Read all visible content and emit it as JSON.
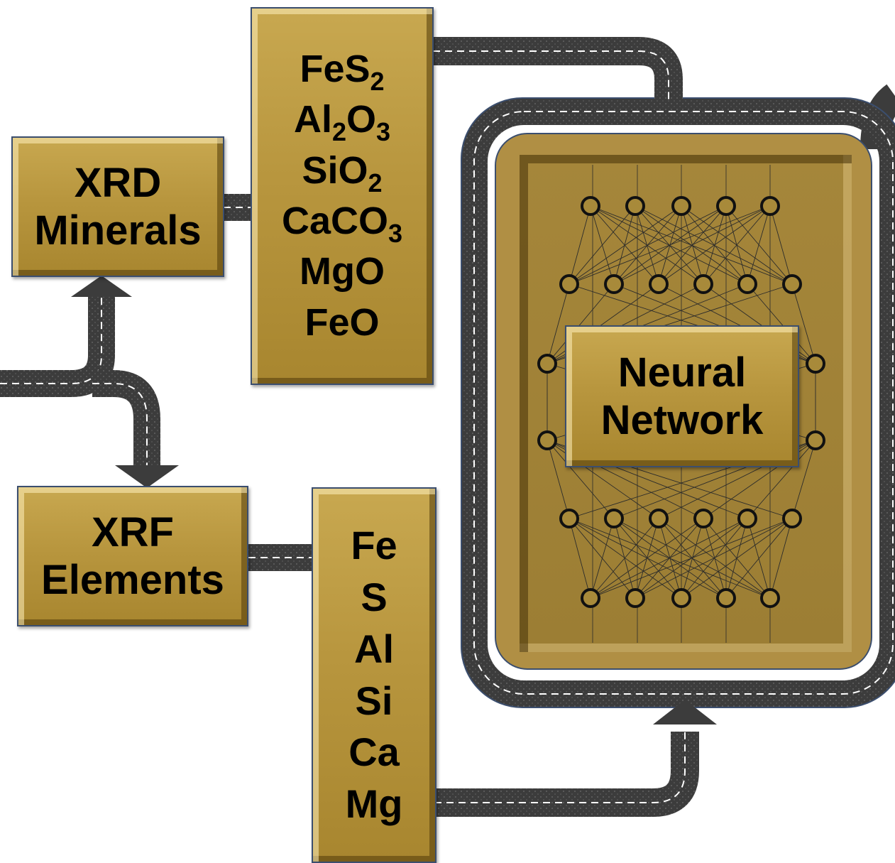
{
  "xrd": {
    "line1": "XRD",
    "line2": "Minerals"
  },
  "xrf": {
    "line1": "XRF",
    "line2": "Elements"
  },
  "minerals": [
    {
      "base": "FeS",
      "sub": "2"
    },
    {
      "base": "Al",
      "sub": "2",
      "base2": "O",
      "sub2": "3"
    },
    {
      "base": "SiO",
      "sub": "2"
    },
    {
      "base": "CaCO",
      "sub": "3"
    },
    {
      "base": "MgO"
    },
    {
      "base": "FeO"
    }
  ],
  "elements": [
    "Fe",
    "S",
    "Al",
    "Si",
    "Ca",
    "Mg"
  ],
  "neural_network": {
    "line1": "Neural",
    "line2": "Network"
  },
  "colors": {
    "box_fill": "#b8963e",
    "box_border": "#3b4e6e",
    "road": "#3c3c3c",
    "road_dash": "#ffffff",
    "network_lines": "#2b2b2b"
  },
  "network_layers": [
    5,
    6,
    2,
    2,
    6,
    5
  ]
}
